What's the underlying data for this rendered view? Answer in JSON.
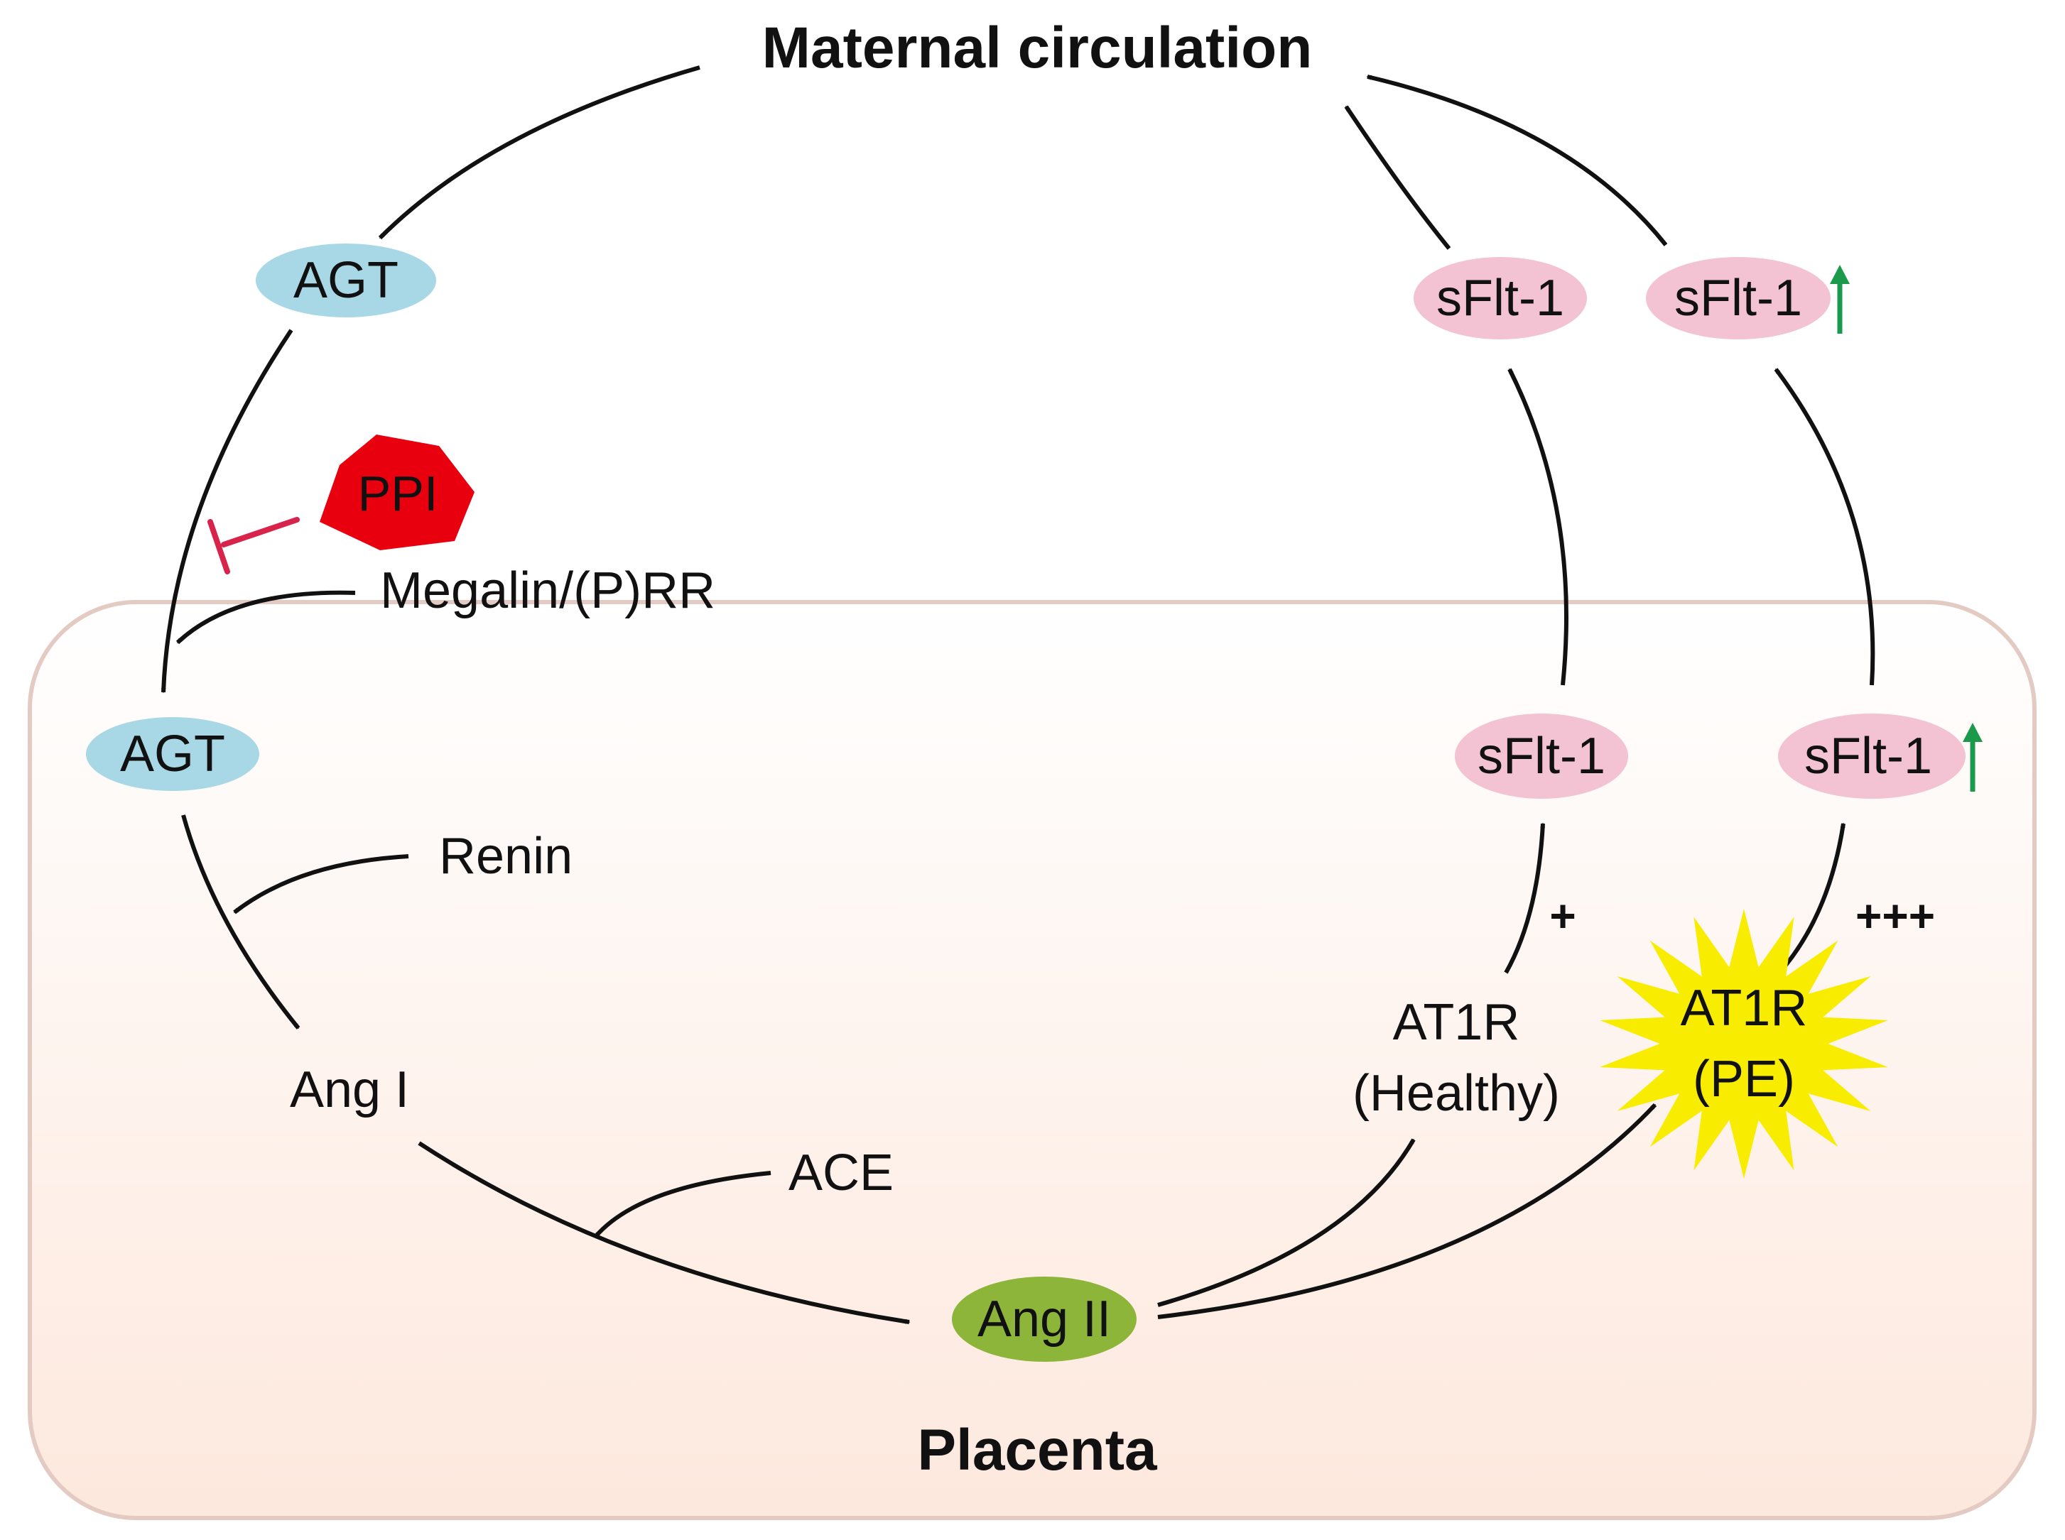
{
  "title_top": "Maternal circulation",
  "title_bottom": "Placenta",
  "nodes": {
    "agt_circulation": "AGT",
    "agt_placenta": "AGT",
    "ppi": "PPI",
    "megalin": "Megalin/(P)RR",
    "renin": "Renin",
    "ang1": "Ang I",
    "ace": "ACE",
    "ang2": "Ang II",
    "at1r_healthy_line1": "AT1R",
    "at1r_healthy_line2": "(Healthy)",
    "at1r_pe_line1": "AT1R",
    "at1r_pe_line2": "(PE)",
    "sflt_healthy_placenta": "sFlt-1",
    "sflt_pe_placenta": "sFlt-1",
    "sflt_healthy_circulation": "sFlt-1",
    "sflt_pe_circulation": "sFlt-1"
  },
  "signs": {
    "healthy": "+",
    "pe": "+++"
  },
  "colors": {
    "agt": "#a8d8e6",
    "sflt": "#f3c3d3",
    "ang2": "#8db53a",
    "ppi": "#e8000f",
    "inhibit": "#d8234a",
    "starburst": "#f8ec00",
    "up_arrow": "#1a9a4a",
    "placenta_top": "#ffffff",
    "placenta_bottom": "#fde8dd",
    "placenta_border": "#e3cbc3"
  }
}
